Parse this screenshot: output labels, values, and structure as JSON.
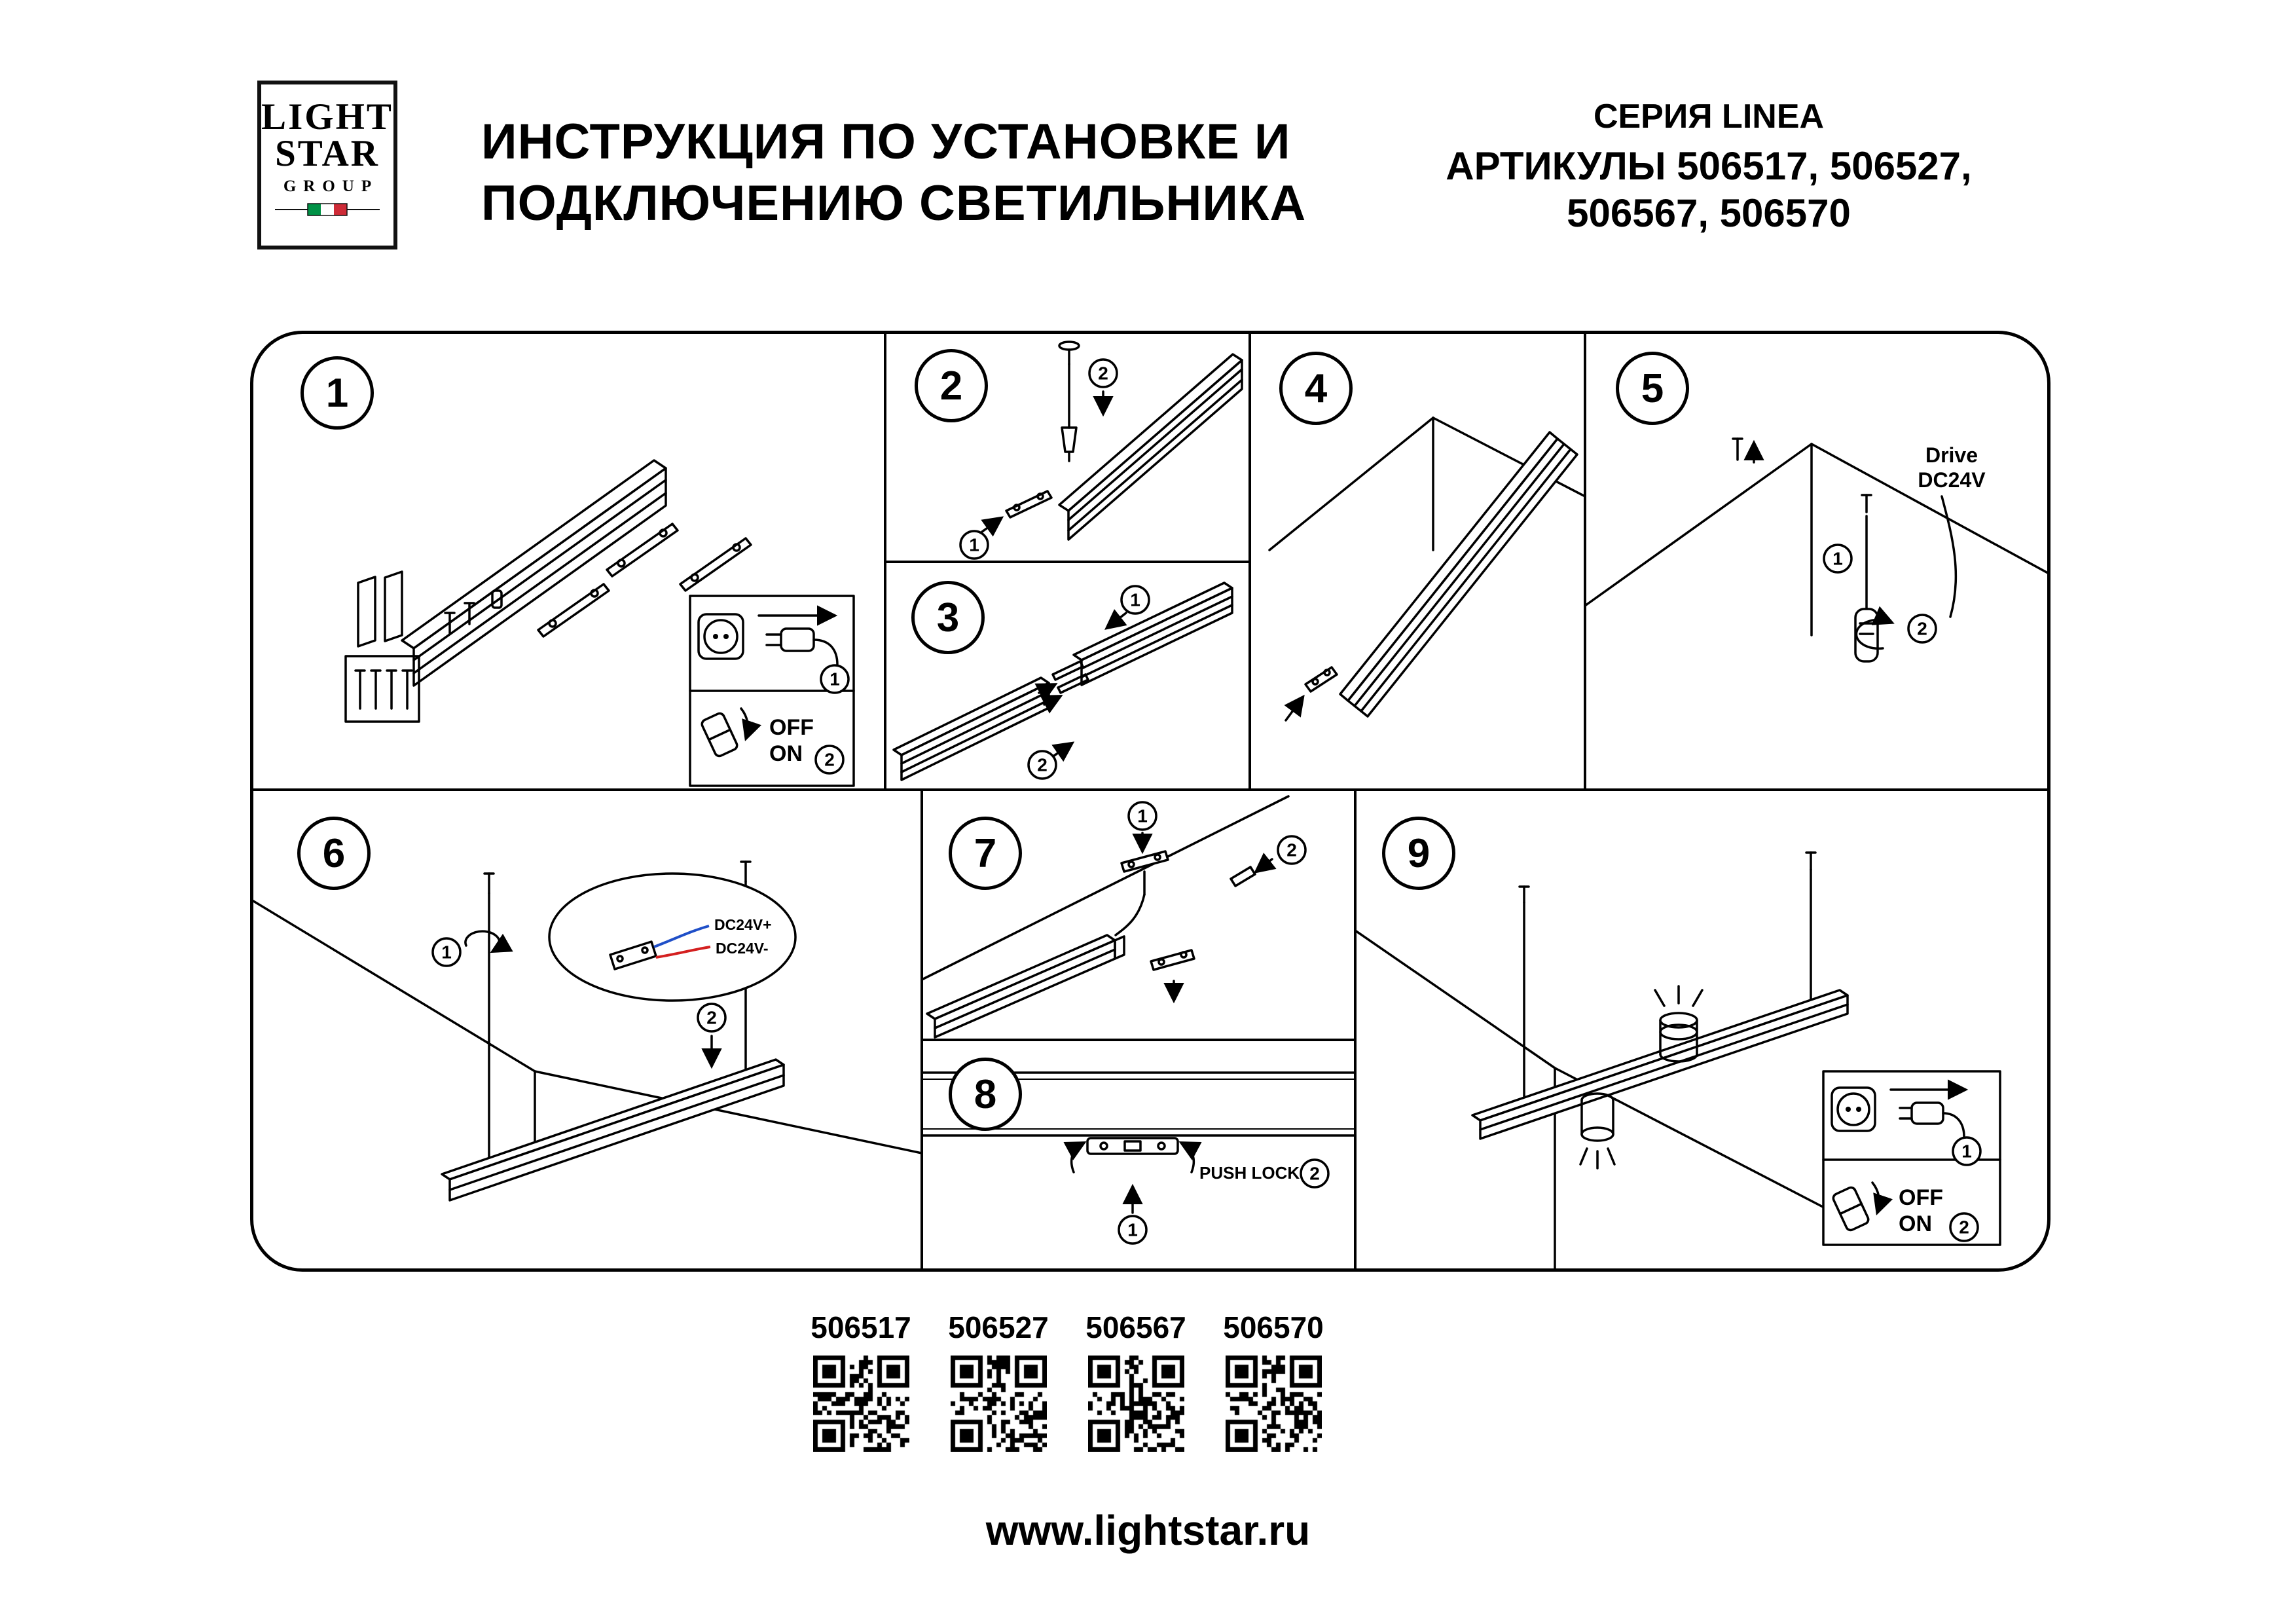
{
  "page": {
    "title_line1": "ИНСТРУКЦИЯ ПО УСТАНОВКЕ И",
    "title_line2": "ПОДКЛЮЧЕНИЮ СВЕТИЛЬНИКА",
    "series": "СЕРИЯ LINEA",
    "articles_line1": "АРТИКУЛЫ 506517, 506527,",
    "articles_line2": "506567, 506570",
    "website": "www.lightstar.ru"
  },
  "logo": {
    "line1": "LIGHT",
    "line2": "STAR",
    "line3": "GROUP"
  },
  "steps": [
    {
      "number": "1",
      "callouts": [
        "1",
        "2"
      ]
    },
    {
      "number": "2",
      "callouts": [
        "1",
        "2"
      ]
    },
    {
      "number": "3",
      "callouts": [
        "1",
        "2"
      ]
    },
    {
      "number": "4",
      "callouts": []
    },
    {
      "number": "5",
      "callouts": [
        "1",
        "2"
      ]
    },
    {
      "number": "6",
      "callouts": [
        "1",
        "2"
      ]
    },
    {
      "number": "7",
      "callouts": [
        "1",
        "2"
      ]
    },
    {
      "number": "8",
      "callouts": [
        "1",
        "2"
      ]
    },
    {
      "number": "9",
      "callouts": [
        "1",
        "2"
      ]
    }
  ],
  "labels": {
    "drive": "Drive",
    "drive_voltage": "DC24V",
    "wire_plus": "DC24V+",
    "wire_minus": "DC24V-",
    "push_lock": "PUSH LOCK",
    "off": "OFF",
    "on": "ON"
  },
  "colors": {
    "line": "#000000",
    "wire_plus": "#1f4fc8",
    "wire_minus": "#d42020",
    "flag_green": "#009246",
    "flag_red": "#ce2b37"
  },
  "qr_codes": [
    {
      "label": "506517"
    },
    {
      "label": "506527"
    },
    {
      "label": "506567"
    },
    {
      "label": "506570"
    }
  ]
}
